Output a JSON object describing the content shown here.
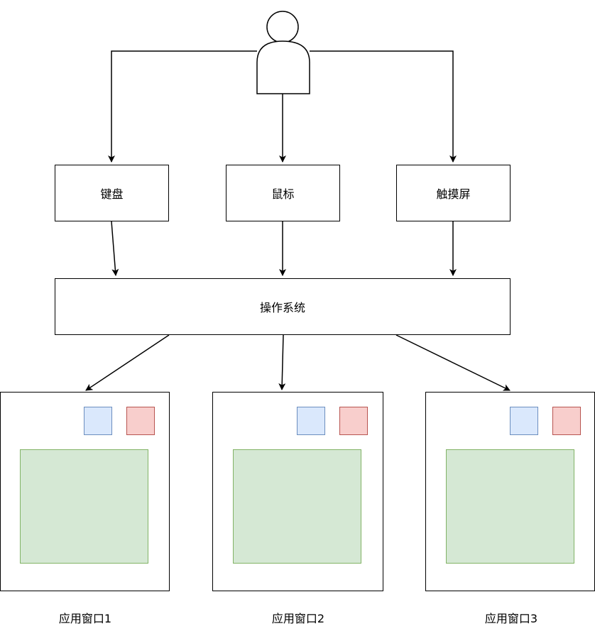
{
  "devices": {
    "keyboard": "键盘",
    "mouse": "鼠标",
    "touchscreen": "触摸屏"
  },
  "os": "操作系统",
  "windows": [
    "应用窗口1",
    "应用窗口2",
    "应用窗口3"
  ],
  "colors": {
    "minimize_fill": "#dae8fc",
    "minimize_stroke": "#6c8ebf",
    "close_fill": "#f8cecc",
    "close_stroke": "#b85450",
    "content_fill": "#d5e8d4",
    "content_stroke": "#82b366"
  }
}
